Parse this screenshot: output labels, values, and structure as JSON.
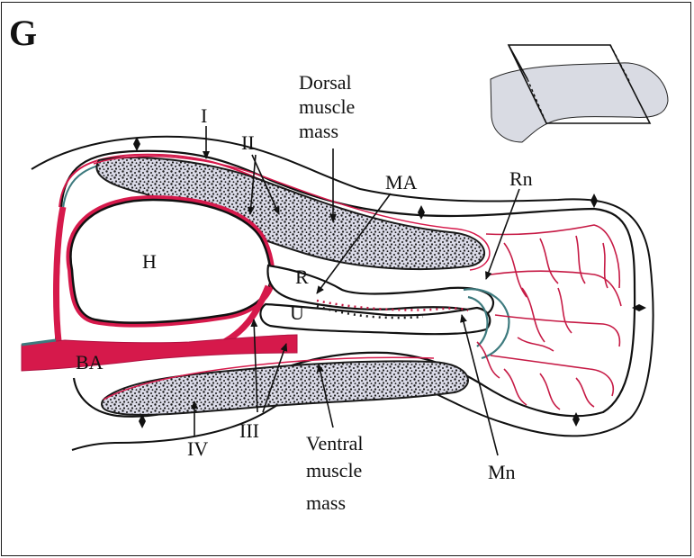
{
  "panel_letter": "G",
  "colors": {
    "outline": "#111111",
    "blood_vessel": "#d6194b",
    "nerve_teal": "#3d7a7e",
    "muscle_fill": "#d8d8e4",
    "inset_fill": "#d9dbe3"
  },
  "labels": {
    "dorsal_line1": "Dorsal",
    "dorsal_line2": "muscle",
    "dorsal_line3": "mass",
    "ventral_line1": "Ventral",
    "ventral_line2": "muscle",
    "ventral_line3": "mass",
    "I": "I",
    "II": "II",
    "III": "III",
    "IV": "IV",
    "MA": "MA",
    "Rn": "Rn",
    "Mn": "Mn",
    "H": "H",
    "R": "R",
    "U": "U",
    "BA": "BA"
  }
}
